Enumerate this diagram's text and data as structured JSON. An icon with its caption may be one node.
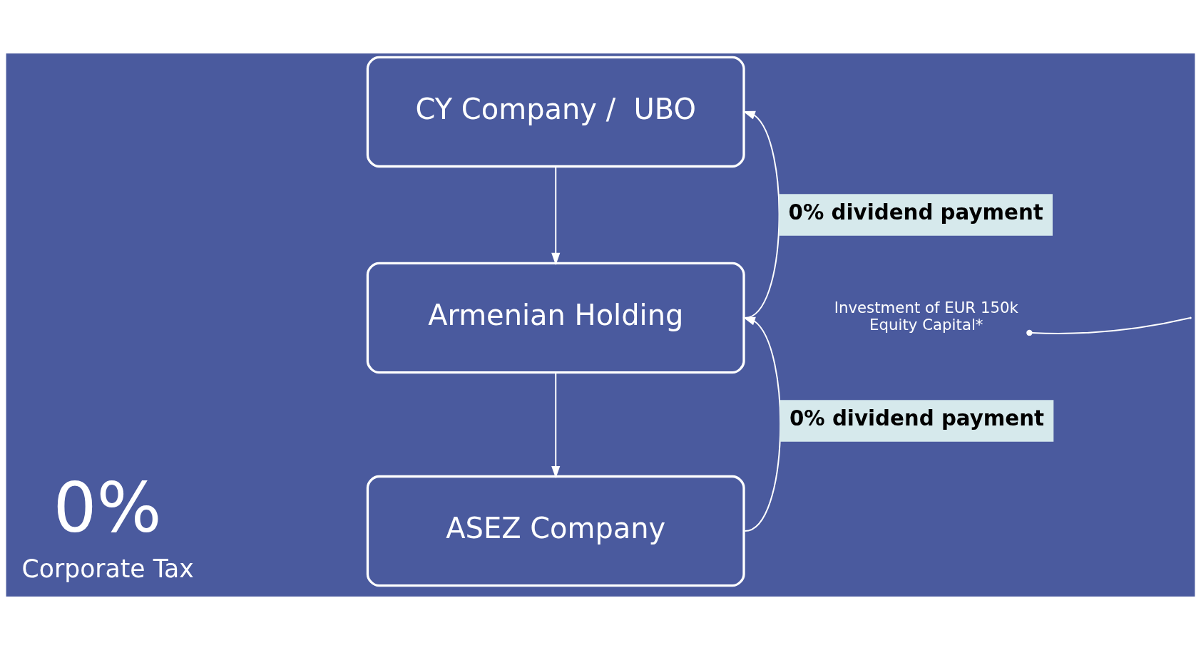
{
  "diagram": {
    "nodes": [
      {
        "text": [
          "CY Company /  UBO"
        ]
      },
      {
        "text": [
          "Armenian Holding"
        ]
      },
      {
        "text": [
          "ASEZ Company"
        ]
      },
      {
        "text": [
          "Investment of EUR 150k",
          "Equity Capital*"
        ]
      }
    ],
    "edges": [
      {
        "from": 0,
        "to": 1,
        "arrow": "to"
      },
      {
        "from": 1,
        "to": 2,
        "arrow": "to"
      },
      {
        "from": 1,
        "to": 0,
        "arrow": "to",
        "label": "0% dividend payment"
      },
      {
        "from": 2,
        "to": 1,
        "arrow": "to",
        "label": "0% dividend payment"
      },
      {
        "from": null,
        "to": 3,
        "arrow": "other"
      }
    ],
    "labels": [
      "0%",
      "Corporate Tax"
    ]
  }
}
